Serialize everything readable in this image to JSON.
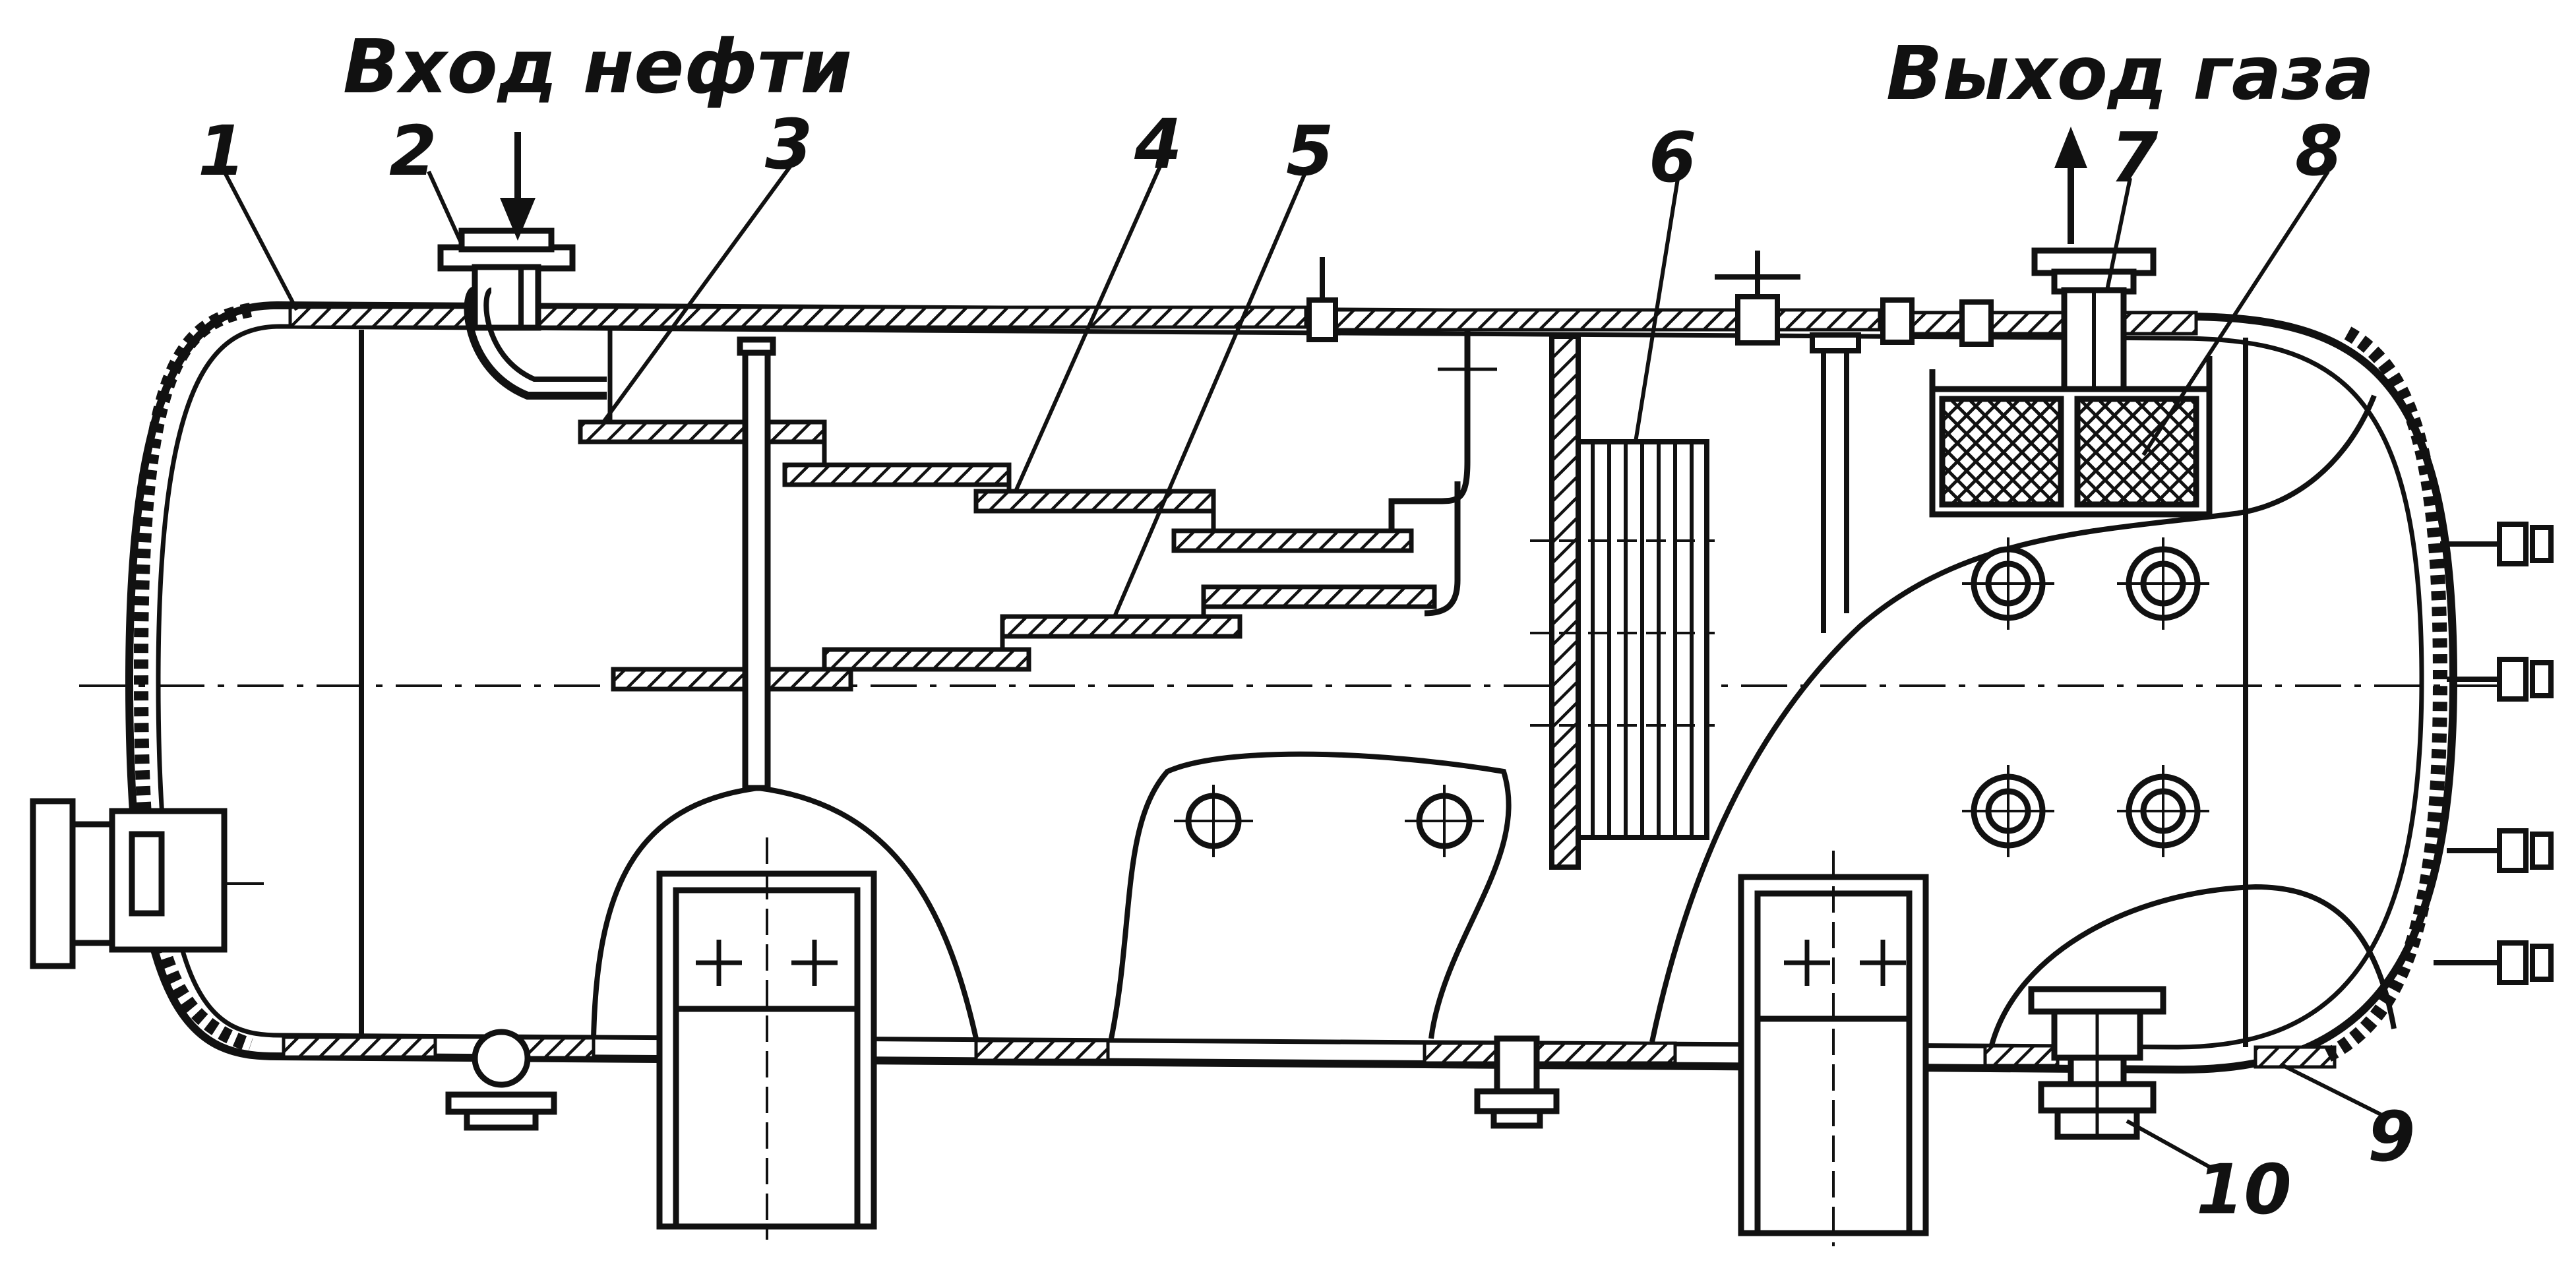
{
  "captions": {
    "oil_inlet": "Вход нефти",
    "gas_outlet": "Выход газа"
  },
  "callouts": [
    "1",
    "2",
    "3",
    "4",
    "5",
    "6",
    "7",
    "8",
    "9",
    "10"
  ],
  "colors": {
    "ink": "#111111",
    "paper": "#ffffff"
  }
}
